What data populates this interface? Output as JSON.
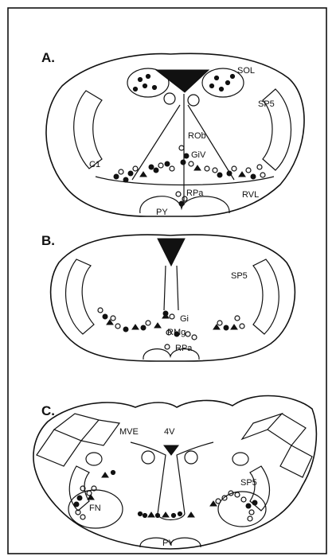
{
  "panels": [
    {
      "letter": "A.",
      "labels": [
        "SOL",
        "SP5",
        "ROb",
        "GiV",
        "C1",
        "RPa",
        "RVL",
        "PY"
      ]
    },
    {
      "letter": "B.",
      "labels": [
        "SP5",
        "Gi",
        "RMg",
        "RPa"
      ]
    },
    {
      "letter": "C.",
      "labels": [
        "MVE",
        "4V",
        "SP5",
        "FN",
        "PY"
      ]
    }
  ],
  "legend_note": "open circles, filled circles and filled triangles mark labeled neurons"
}
